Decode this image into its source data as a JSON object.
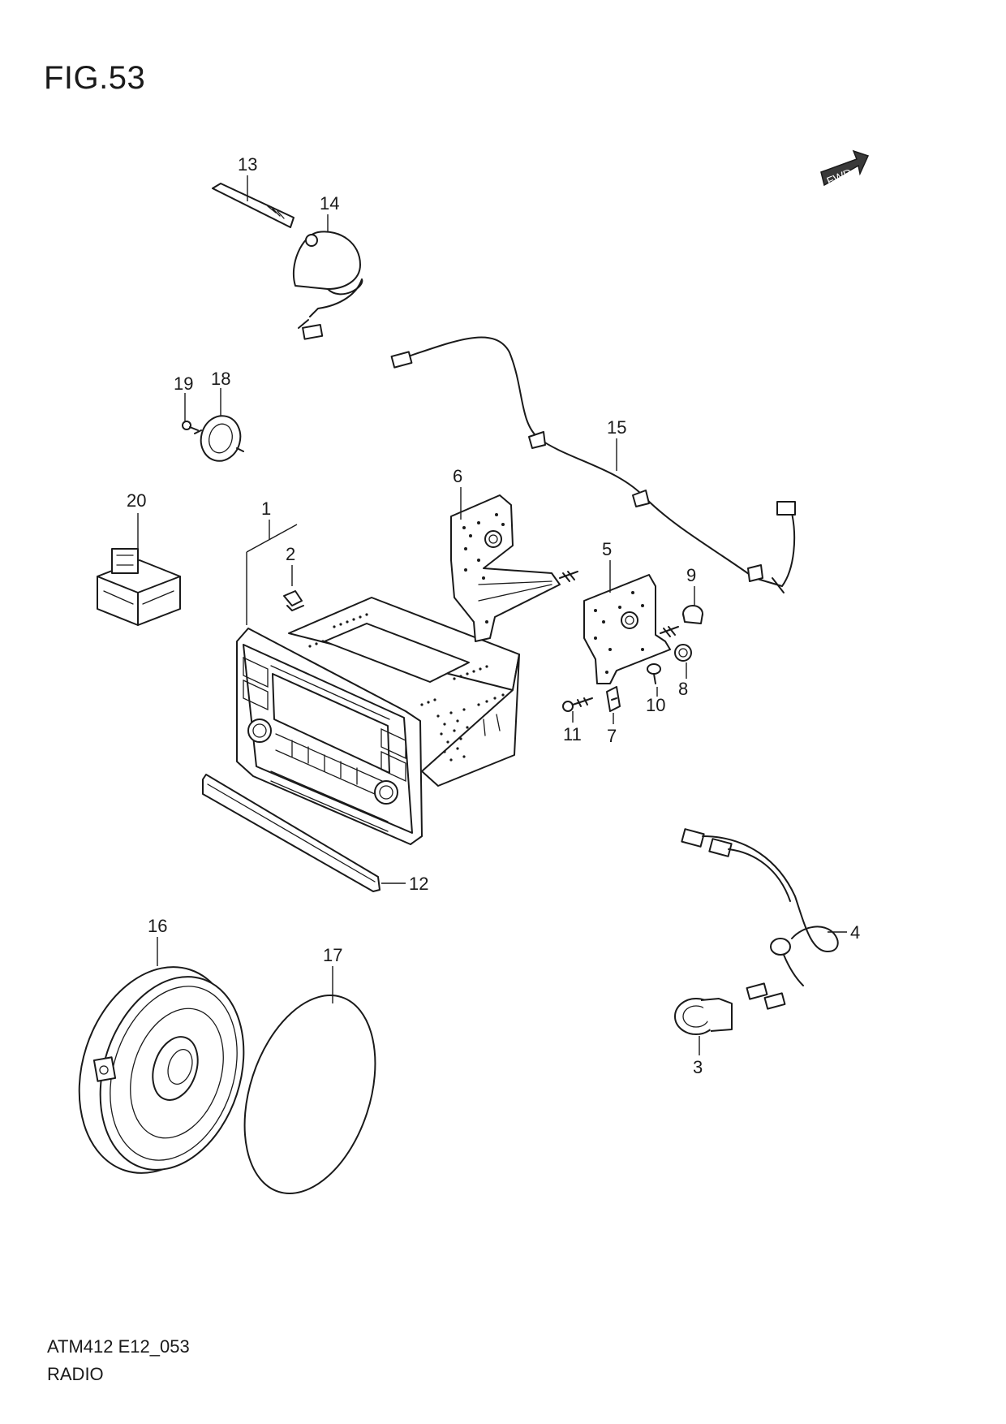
{
  "figure": {
    "title": "FIG.53"
  },
  "footer": {
    "code": "ATM412 E12_053",
    "name": "RADIO"
  },
  "fwd_label": "FWD",
  "callouts": [
    "1",
    "2",
    "3",
    "4",
    "5",
    "6",
    "7",
    "8",
    "9",
    "10",
    "11",
    "12",
    "13",
    "14",
    "15",
    "16",
    "17",
    "18",
    "19",
    "20"
  ]
}
